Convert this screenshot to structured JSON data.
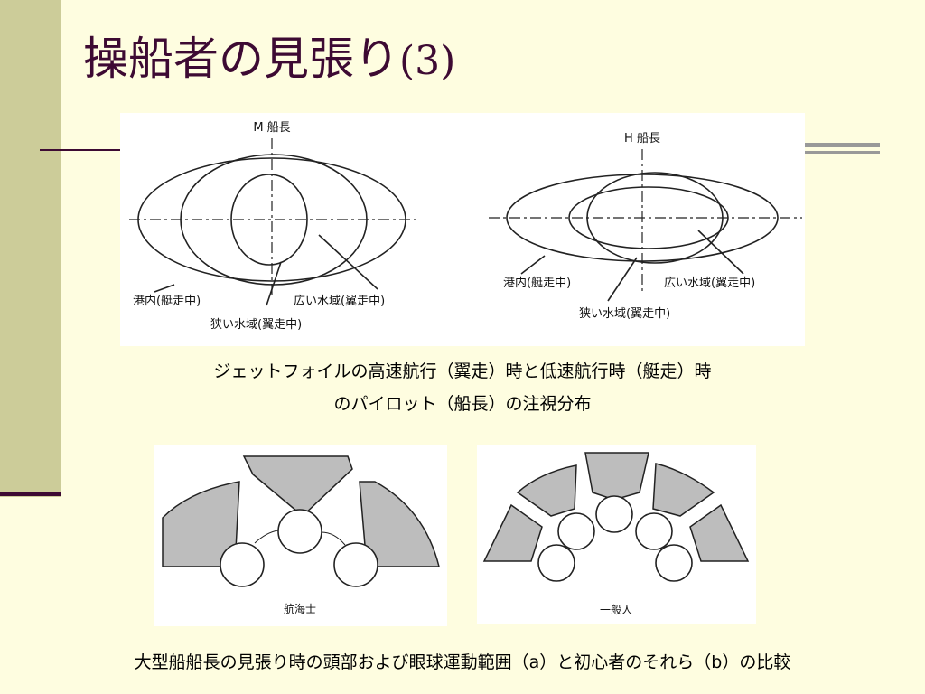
{
  "slide": {
    "title_main": "操船者の見張り",
    "title_number": "(3)"
  },
  "figure_top": {
    "left_panel": {
      "heading": "M 船長",
      "label_harbor": "港内(艇走中)",
      "label_wide": "広い水域(翼走中)",
      "label_narrow": "狭い水域(翼走中)"
    },
    "right_panel": {
      "heading": "H 船長",
      "label_harbor": "港内(艇走中)",
      "label_wide": "広い水域(翼走中)",
      "label_narrow": "狭い水域(翼走中)"
    },
    "caption_line1": "ジェットフォイルの高速航行（翼走）時と低速航行時（艇走）時",
    "caption_line2": "のパイロット（船長）の注視分布"
  },
  "figure_bottom": {
    "left_label": "航海士",
    "right_label": "一般人",
    "caption": "大型船船長の見張り時の頭部および眼球運動範囲（a）と初心者のそれら（b）の比較"
  },
  "colors": {
    "background": "#fefde0",
    "accent_dark": "#3d0a33",
    "side_bar": "#cccc99",
    "rule_gray": "#999999"
  }
}
